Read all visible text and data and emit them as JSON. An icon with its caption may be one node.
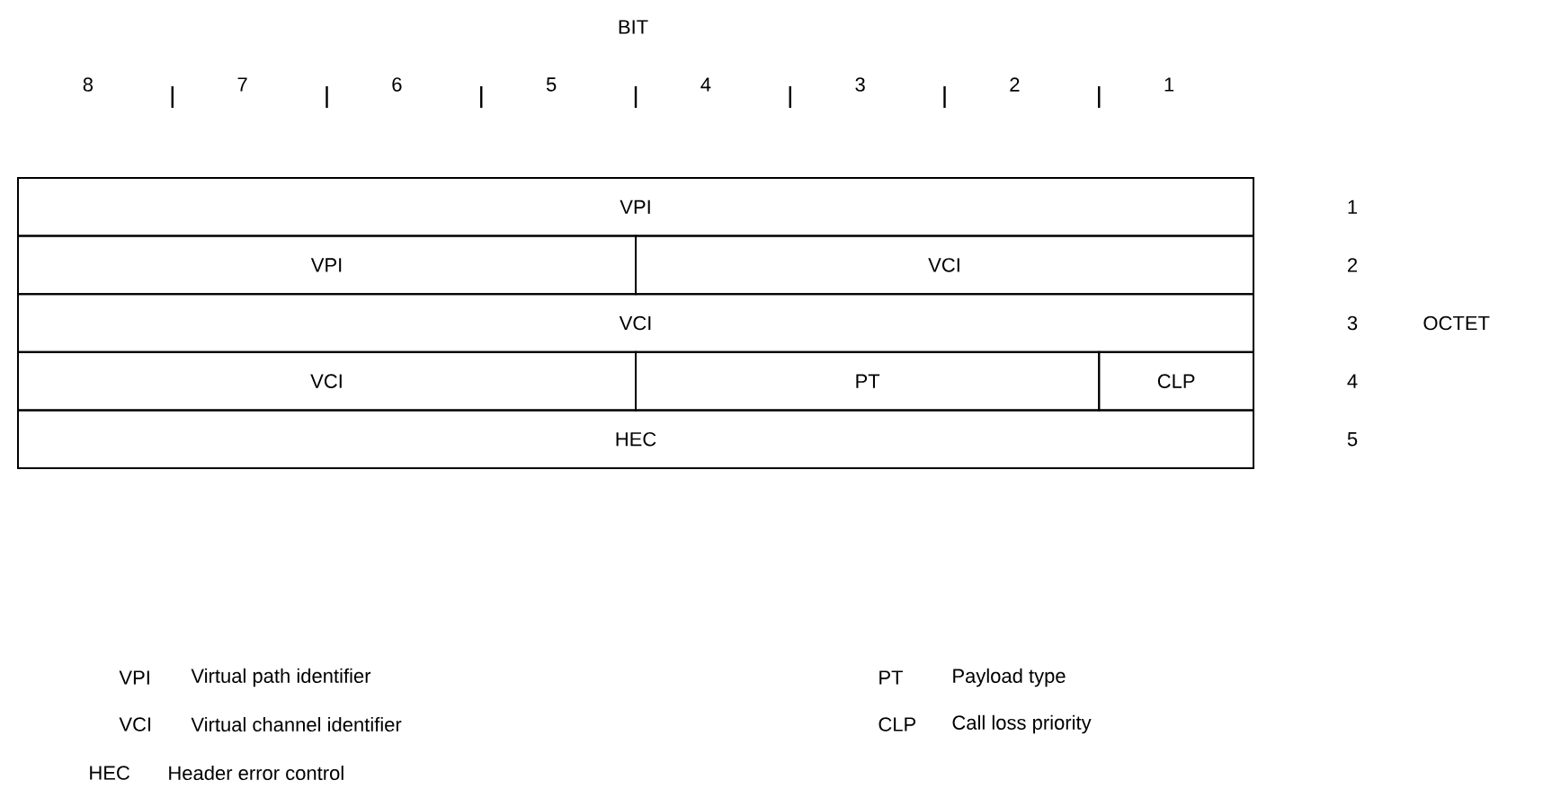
{
  "diagram": {
    "nodes": [
      {
        "text": [
          "VPI"
        ]
      },
      {
        "text": [
          "VPI"
        ]
      },
      {
        "text": [
          "VCI"
        ]
      },
      {
        "text": [
          "VCI"
        ]
      },
      {
        "text": [
          "VCI"
        ]
      },
      {
        "text": [
          "PT"
        ]
      },
      {
        "text": [
          "CLP"
        ]
      },
      {
        "text": [
          "HEC"
        ]
      }
    ],
    "labels": [
      "BIT",
      "8",
      "7",
      "6",
      "5",
      "4",
      "3",
      "2",
      "1",
      "1",
      "2",
      "3",
      "4",
      "5",
      "OCTET",
      "VPI",
      "Virtual path identifier",
      "PT",
      "Payload type",
      "VCI",
      "Virtual channel identifier",
      "CLP",
      "Call loss priority",
      "HEC",
      "Header error control"
    ]
  }
}
